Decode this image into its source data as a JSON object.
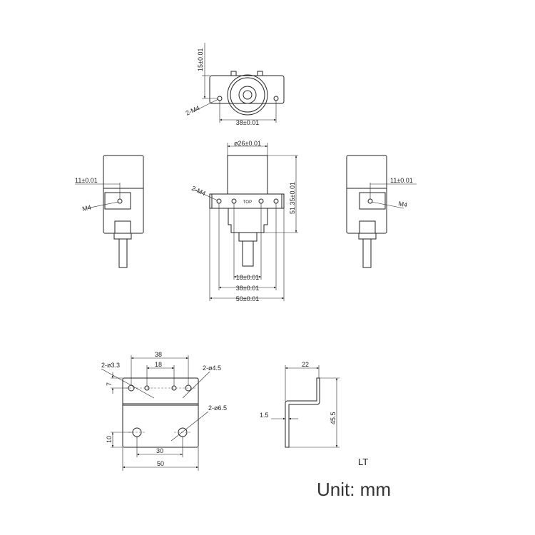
{
  "top_view": {
    "width_dim": "38±0.01",
    "height_dim": "15±0.01",
    "thread_label": "2-M4"
  },
  "front_view": {
    "diameter_dim": "ø26±0.01",
    "height_dim": "51.35±0.01",
    "thread_label": "2-M4",
    "top_mark": "TOP",
    "dim_18": "18±0.01",
    "dim_38": "38±0.01",
    "dim_50": "50±0.01"
  },
  "left_view": {
    "dim": "11±0.01",
    "thread_label": "M4"
  },
  "right_view": {
    "dim": "11±0.01",
    "thread_label": "M4"
  },
  "bracket_plan": {
    "dim_38": "38",
    "dim_18": "18",
    "dim_7": "7",
    "dim_10": "10",
    "dim_30": "30",
    "dim_50": "50",
    "hole_small": "2-ø3.3",
    "hole_mid": "2-ø4.5",
    "hole_large": "2-ø6.5"
  },
  "bracket_side": {
    "dim_22": "22",
    "dim_45_5": "45.5",
    "dim_1_5": "1.5"
  },
  "model_label": "LT",
  "unit_label": "Unit: mm"
}
